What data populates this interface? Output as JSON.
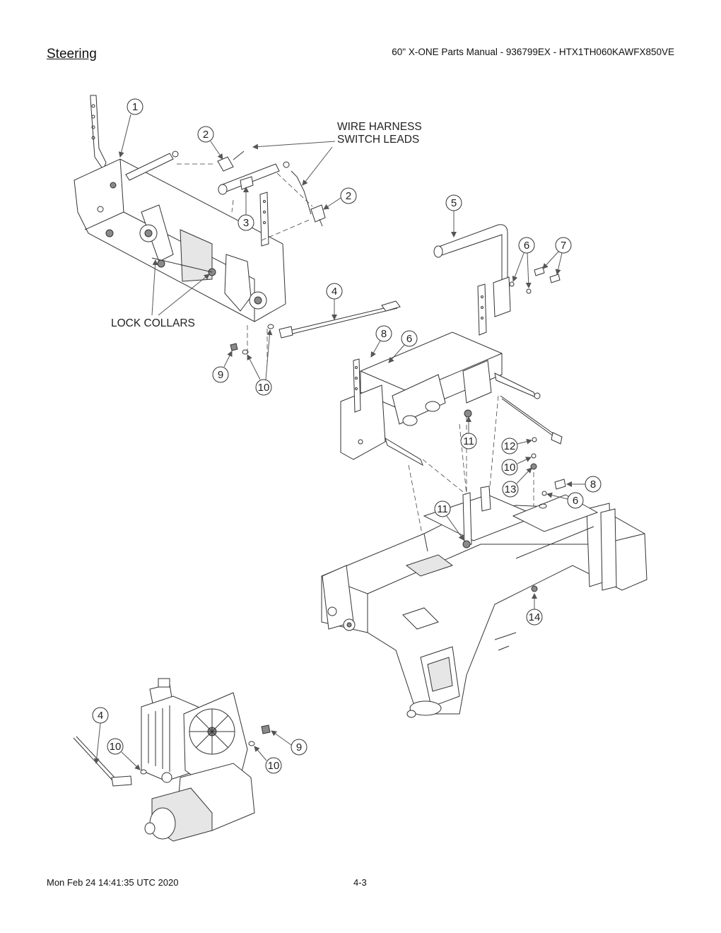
{
  "header": {
    "section_title": "Steering",
    "manual_title": "60\" X-ONE Parts Manual - 936799EX - HTX1TH060KAWFX850VE"
  },
  "annotations": {
    "wire_harness_line1": "WIRE HARNESS",
    "wire_harness_line2": "SWITCH LEADS",
    "lock_collars": "LOCK COLLARS"
  },
  "callouts": [
    "1",
    "2",
    "2",
    "3",
    "4",
    "5",
    "6",
    "7",
    "8",
    "6",
    "9",
    "10",
    "11",
    "12",
    "10",
    "13",
    "8",
    "6",
    "11",
    "14",
    "4",
    "10",
    "9",
    "10"
  ],
  "footer": {
    "timestamp": "Mon Feb 24 14:41:35 UTC 2020",
    "page_number": "4-3"
  }
}
